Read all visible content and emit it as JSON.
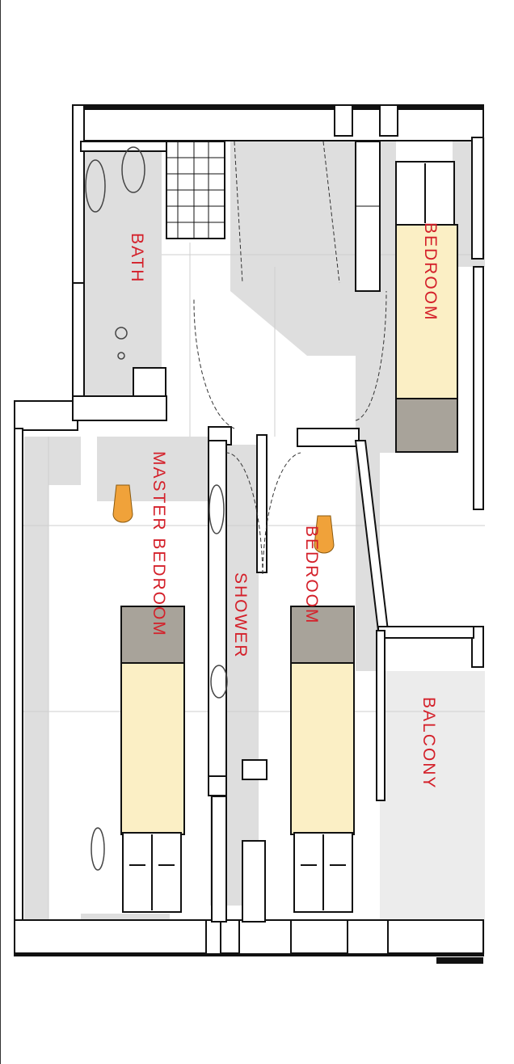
{
  "plan": {
    "rooms": {
      "bath": "BATH",
      "master_bedroom": "MASTER BEDROOM",
      "shower": "SHOWER",
      "bedroom_top": "BEDROOM",
      "bedroom_bottom": "BEDROOM",
      "balcony": "BALCONY"
    },
    "colors": {
      "label": "#d4202a",
      "bed_mattress": "#fbefc5",
      "bed_headboard": "#a8a39a",
      "shadow": "#dcdcdc",
      "wall": "#111111",
      "lamp": "#f0a23a"
    }
  }
}
